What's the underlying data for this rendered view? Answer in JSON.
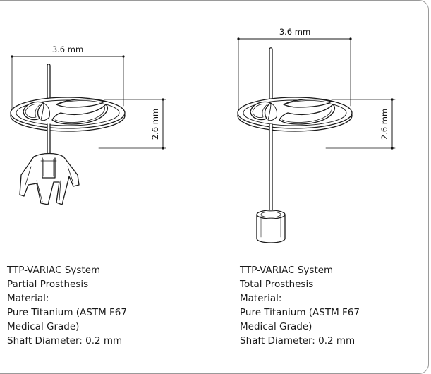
{
  "partial": {
    "width_label": "3.6 mm",
    "height_label": "2.6 mm",
    "caption": [
      "TTP-VARIAC System",
      "Partial Prosthesis",
      "Material:",
      "Pure Titanium (ASTM F67",
      "Medical Grade)",
      "Shaft Diameter: 0.2 mm"
    ]
  },
  "total": {
    "width_label": "3.6 mm",
    "height_label": "2.6 mm",
    "caption": [
      "TTP-VARIAC System",
      "Total Prosthesis",
      "Material:",
      "Pure Titanium (ASTM F67",
      "Medical Grade)",
      "Shaft Diameter: 0.2 mm"
    ]
  },
  "colors": {
    "line": "#1a1a1a",
    "panel_border": "#9a9a9a",
    "metal_fill": "#ffffff"
  }
}
